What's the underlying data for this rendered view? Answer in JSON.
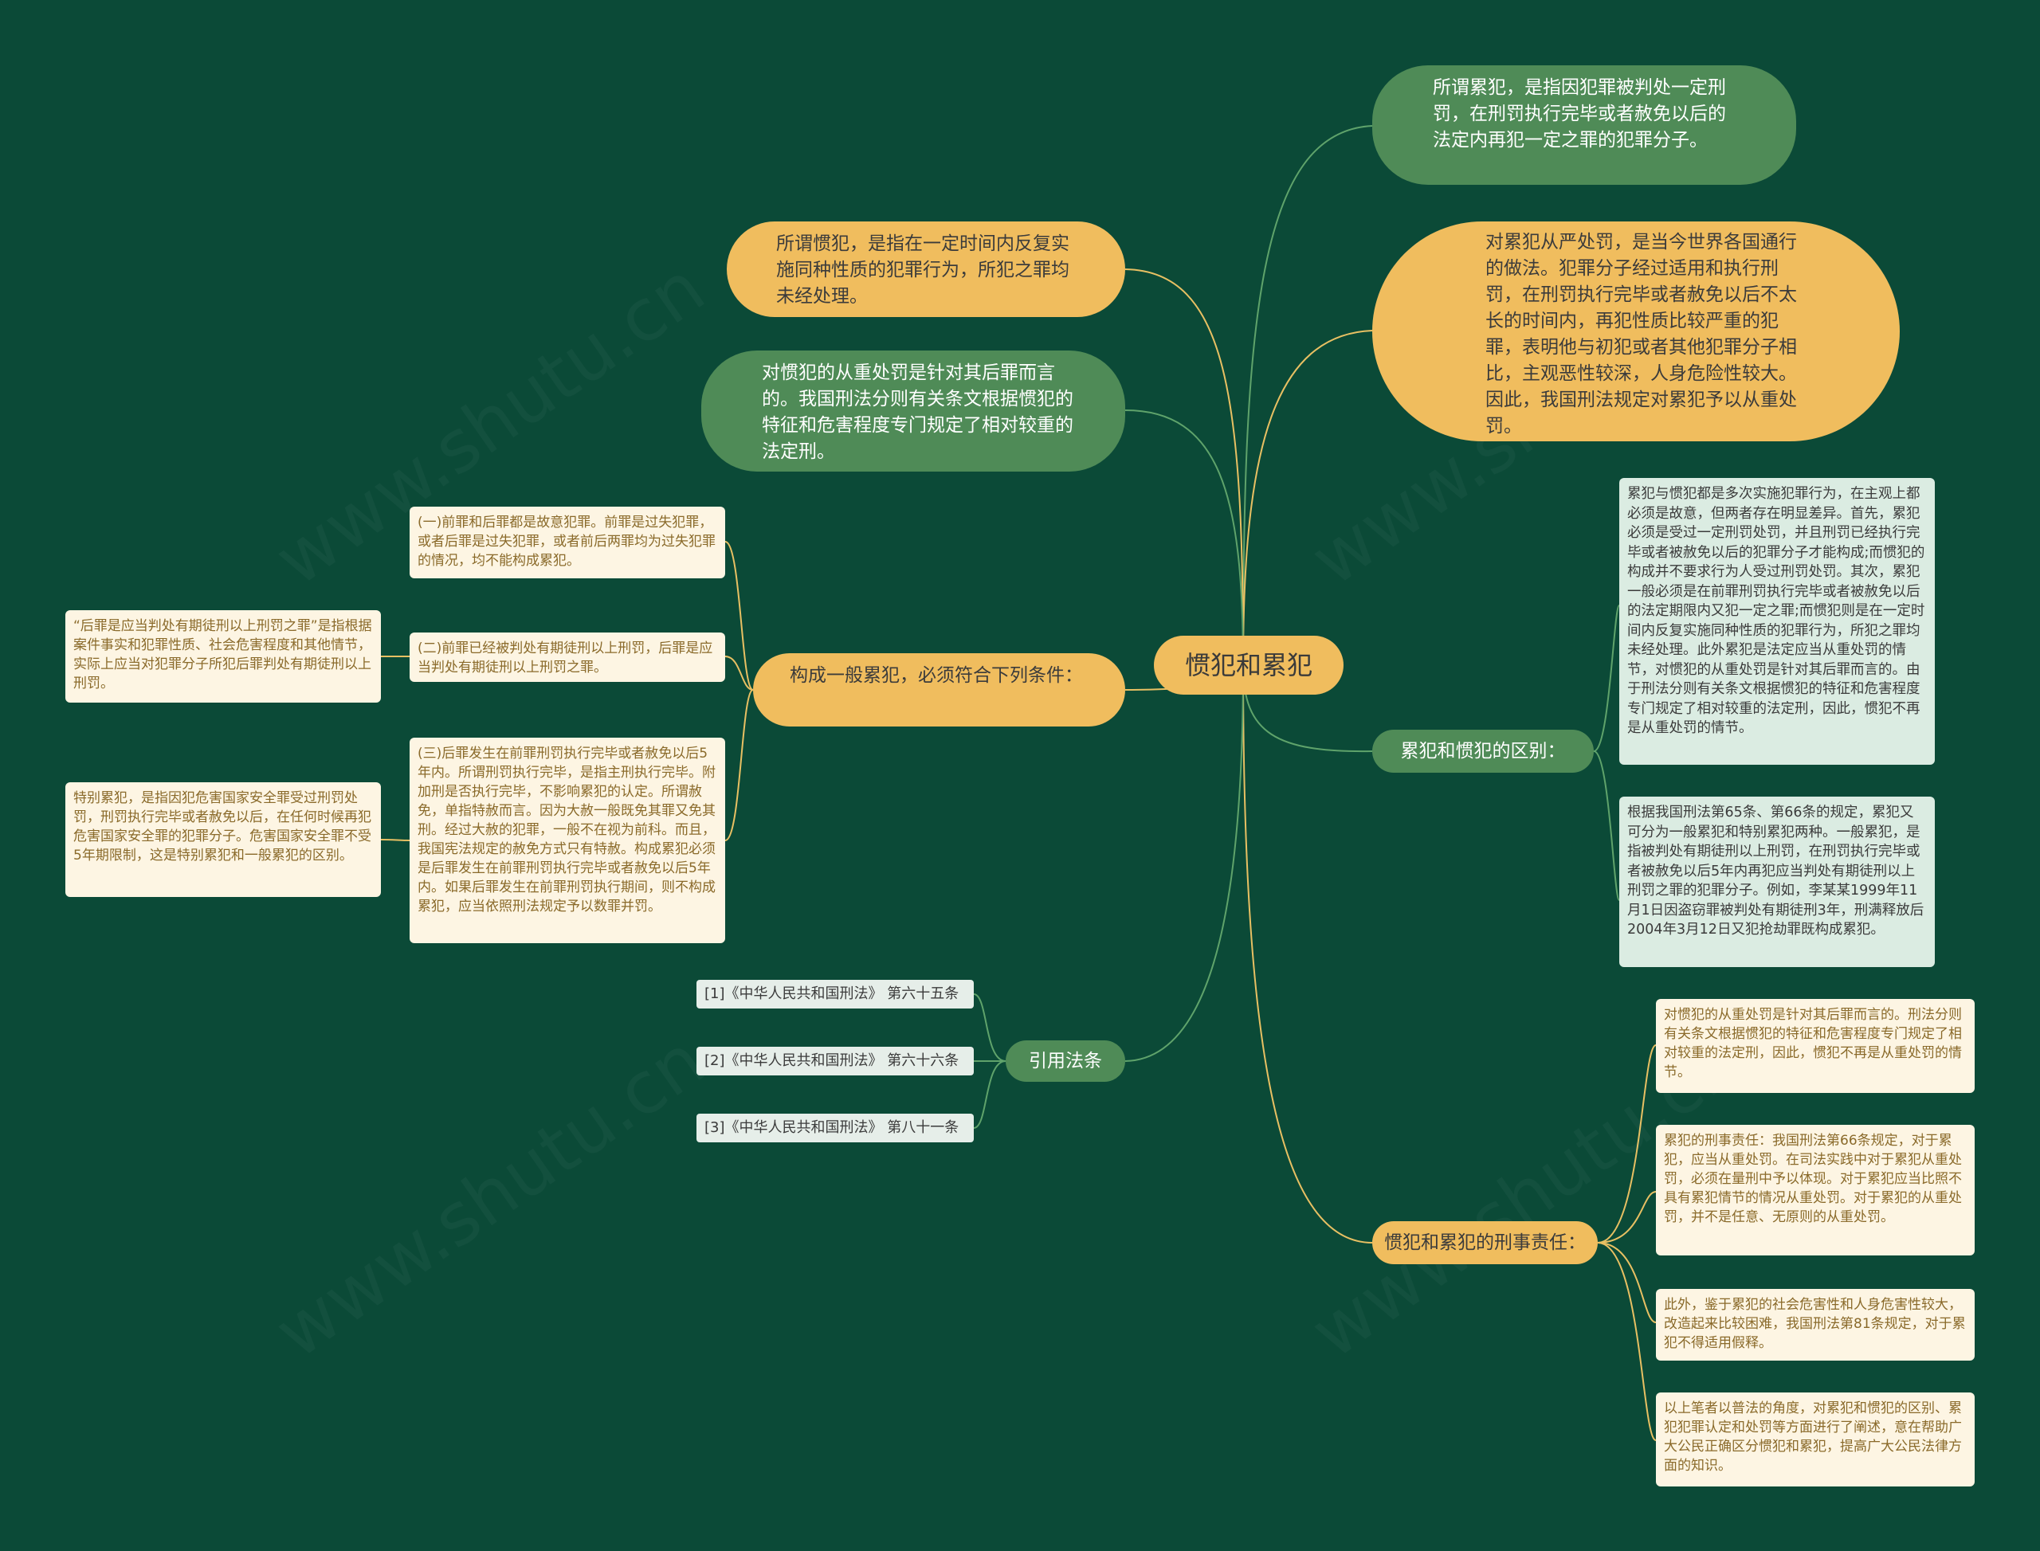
{
  "root": {
    "label": "惯犯和累犯"
  },
  "right": {
    "leijun_def": "所谓累犯，是指因犯罪被判处一定刑罚，在刑罚执行完毕或者赦免以后的法定内再犯一定之罪的犯罪分子。",
    "leijun_strict": "对累犯从严处罚，是当今世界各国通行的做法。犯罪分子经过适用和执行刑罚，在刑罚执行完毕或者赦免以后不太长的时间内，再犯性质比较严重的犯罪，表明他与初犯或者其他犯罪分子相比，主观恶性较深，人身危险性较大。因此，我国刑法规定对累犯予以从重处罚。",
    "difference": {
      "label": "累犯和惯犯的区别：",
      "items": [
        "累犯与惯犯都是多次实施犯罪行为，在主观上都必须是故意，但两者存在明显差异。首先，累犯必须是受过一定刑罚处罚，并且刑罚已经执行完毕或者被赦免以后的犯罪分子才能构成;而惯犯的构成并不要求行为人受过刑罚处罚。其次，累犯一般必须是在前罪刑罚执行完毕或者被赦免以后的法定期限内又犯一定之罪;而惯犯则是在一定时间内反复实施同种性质的犯罪行为，所犯之罪均未经处理。此外累犯是法定应当从重处罚的情节，对惯犯的从重处罚是针对其后罪而言的。由于刑法分则有关条文根据惯犯的特征和危害程度专门规定了相对较重的法定刑，因此，惯犯不再是从重处罚的情节。",
        "根据我国刑法第65条、第66条的规定，累犯又可分为一般累犯和特别累犯两种。一般累犯，是指被判处有期徒刑以上刑罚，在刑罚执行完毕或者被赦免以后5年内再犯应当判处有期徒刑以上刑罚之罪的犯罪分子。例如，李某某1999年11月1日因盗窃罪被判处有期徒刑3年，刑满释放后2004年3月12日又犯抢劫罪既构成累犯。"
      ]
    },
    "liability": {
      "label": "惯犯和累犯的刑事责任：",
      "items": [
        "对惯犯的从重处罚是针对其后罪而言的。刑法分则有关条文根据惯犯的特征和危害程度专门规定了相对较重的法定刑，因此，惯犯不再是从重处罚的情节。",
        "累犯的刑事责任：我国刑法第66条规定，对于累犯，应当从重处罚。在司法实践中对于累犯从重处罚，必须在量刑中予以体现。对于累犯应当比照不具有累犯情节的情况从重处罚。对于累犯的从重处罚，并不是任意、无原则的从重处罚。",
        "此外，鉴于累犯的社会危害性和人身危害性较大，改造起来比较困难，我国刑法第81条规定，对于累犯不得适用假释。",
        "以上笔者以普法的角度，对累犯和惯犯的区别、累犯犯罪认定和处罚等方面进行了阐述，意在帮助广大公民正确区分惯犯和累犯，提高广大公民法律方面的知识。"
      ]
    }
  },
  "left": {
    "guanfan_def": "所谓惯犯，是指在一定时间内反复实施同种性质的犯罪行为，所犯之罪均未经处理。",
    "guanfan_heavy": "对惯犯的从重处罚是针对其后罪而言的。我国刑法分则有关条文根据惯犯的特征和危害程度专门规定了相对较重的法定刑。",
    "conditions": {
      "label": "构成一般累犯，必须符合下列条件：",
      "items": [
        "(一)前罪和后罪都是故意犯罪。前罪是过失犯罪，或者后罪是过失犯罪，或者前后两罪均为过失犯罪的情况，均不能构成累犯。",
        "(二)前罪已经被判处有期徒刑以上刑罚，后罪是应当判处有期徒刑以上刑罚之罪。",
        "(三)后罪发生在前罪刑罚执行完毕或者赦免以后5年内。所谓刑罚执行完毕，是指主刑执行完毕。附加刑是否执行完毕，不影响累犯的认定。所谓赦免，单指特赦而言。因为大赦一般既免其罪又免其刑。经过大赦的犯罪，一般不在视为前科。而且，我国宪法规定的赦免方式只有特赦。构成累犯必须是后罪发生在前罪刑罚执行完毕或者赦免以后5年内。如果后罪发生在前罪刑罚执行期间，则不构成累犯，应当依照刑法规定予以数罪并罚。"
      ],
      "sub_b": "“后罪是应当判处有期徒刑以上刑罚之罪”是指根据案件事实和犯罪性质、社会危害程度和其他情节，实际上应当对犯罪分子所犯后罪判处有期徒刑以上刑罚。",
      "sub_c": "特别累犯，是指因犯危害国家安全罪受过刑罚处罚，刑罚执行完毕或者赦免以后，在任何时候再犯危害国家安全罪的犯罪分子。危害国家安全罪不受5年期限制，这是特别累犯和一般累犯的区别。"
    },
    "references": {
      "label": "引用法条",
      "items": [
        "[1]《中华人民共和国刑法》 第六十五条",
        "[2]《中华人民共和国刑法》 第六十六条",
        "[3]《中华人民共和国刑法》 第八十一条"
      ]
    }
  },
  "colors": {
    "background": "#0b4a37",
    "yellow": "#f0bd5e",
    "green": "#4f8b57",
    "link_yellow": "#e8c063",
    "link_green": "#5fa36b"
  }
}
